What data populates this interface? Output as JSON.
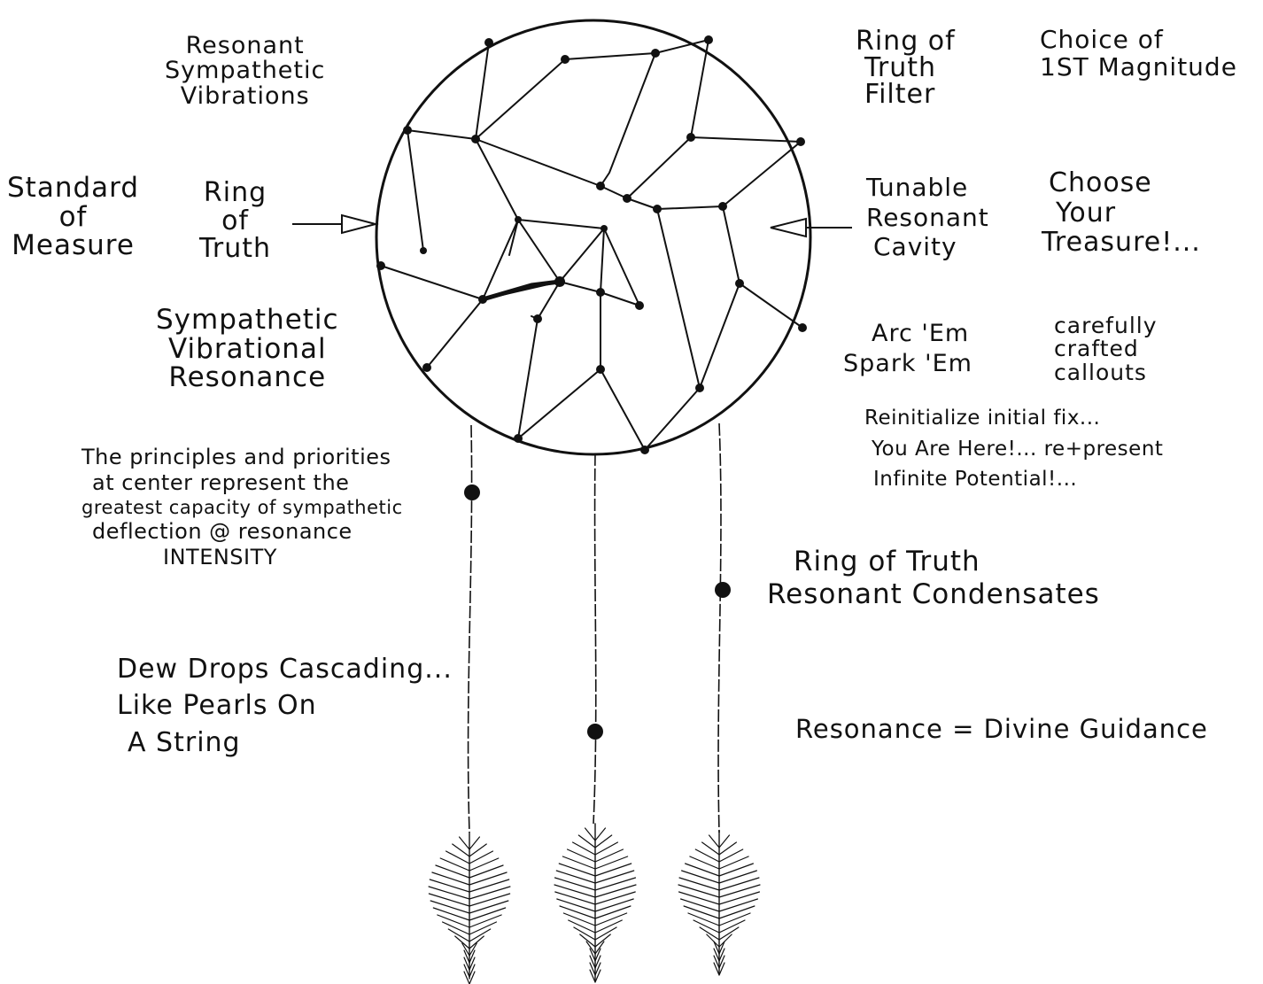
{
  "labels": {
    "resonant_sympathetic_vibrations": [
      "Resonant",
      "Sympathetic",
      "Vibrations"
    ],
    "standard_of_measure": [
      "Standard",
      "of",
      "Measure"
    ],
    "ring_of_truth_left": [
      "Ring",
      "of",
      "Truth"
    ],
    "sympathetic_vibrational_resonance": [
      "Sympathetic",
      "Vibrational",
      "Resonance"
    ],
    "center_principles": [
      "The principles and priorities",
      "at center represent the",
      "greatest capacity of sympathetic",
      "deflection @ resonance",
      "INTENSITY"
    ],
    "dew_drops": [
      "Dew Drops Cascading...",
      "Like Pearls On",
      "A String"
    ],
    "ring_of_truth_filter": [
      "Ring of",
      "Truth",
      "Filter"
    ],
    "choice_of_first_magnitude": [
      "Choice of",
      "1ST Magnitude"
    ],
    "tunable_resonant_cavity": [
      "Tunable",
      "Resonant",
      "Cavity"
    ],
    "choose_your_treasure": [
      "Choose",
      "Your",
      "Treasure!..."
    ],
    "arc_spark": [
      "Arc 'Em",
      "Spark 'Em"
    ],
    "carefully_crafted_callouts": [
      "carefully",
      "crafted",
      "callouts"
    ],
    "reinitialize": [
      "Reinitialize initial fix...",
      "You Are Here!... re+present",
      "Infinite Potential!..."
    ],
    "ring_of_truth_condensates": [
      "Ring of Truth",
      "Resonant Condensates"
    ],
    "resonance_divine_guidance": "Resonance = Divine Guidance"
  },
  "colors": {
    "ink": "#111111",
    "paper": "#ffffff"
  }
}
